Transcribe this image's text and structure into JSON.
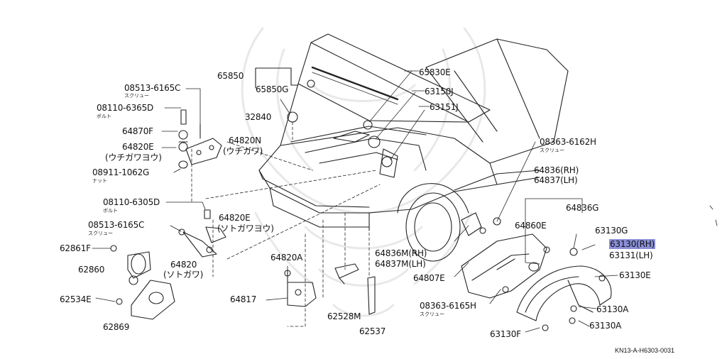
{
  "labels": {
    "p65850": "65850",
    "p65850g": "65850G",
    "p65830e": "65830E",
    "p63150j": "63150J",
    "p63151j": "63151J",
    "p32840": "32840",
    "p08513a": "08513-6165C",
    "p08513a_sub": "スクリュー",
    "p08110a": "08110-6365D",
    "p08110a_sub": "ボルト",
    "p64870f": "64870F",
    "p64820e_a": "64820E",
    "p64820e_a_note": "(ウチガワヨウ)",
    "p64820n": "64820N",
    "p64820n_note": "(ウチガワ)",
    "p08911": "08911-1062G",
    "p08911_sub": "ナット",
    "p08110b": "08110-6305D",
    "p08110b_sub": "ボルト",
    "p08513b": "08513-6165C",
    "p08513b_sub": "スクリュー",
    "p64820e_b": "64820E",
    "p64820e_b_note": "(ソトガワヨウ)",
    "p62861f": "62861F",
    "p62860": "62860",
    "p64820": "64820",
    "p64820_note": "(ソトガワ)",
    "p62534e": "62534E",
    "p62869": "62869",
    "p64820a": "64820A",
    "p64817": "64817",
    "p62528m": "62528M",
    "p62537": "62537",
    "p64836m": "64836M(RH)",
    "p64837m": "64837M(LH)",
    "p08363a": "08363-6162H",
    "p08363a_sub": "スクリュー",
    "p64836": "64836(RH)",
    "p64837": "64837(LH)",
    "p64836g": "64836G",
    "p64860e": "64860E",
    "p64807e": "64807E",
    "p08363b": "08363-6165H",
    "p08363b_sub": "スクリュー",
    "p63130g": "63130G",
    "p63130": "63130(RH)",
    "p63131": "63131(LH)",
    "p63130e": "63130E",
    "p63130a_1": "63130A",
    "p63130a_2": "63130A",
    "p63130f": "63130F",
    "diagram_code": "KN13-A-H6303-0031"
  },
  "highlight_color": "#8a8fd8"
}
